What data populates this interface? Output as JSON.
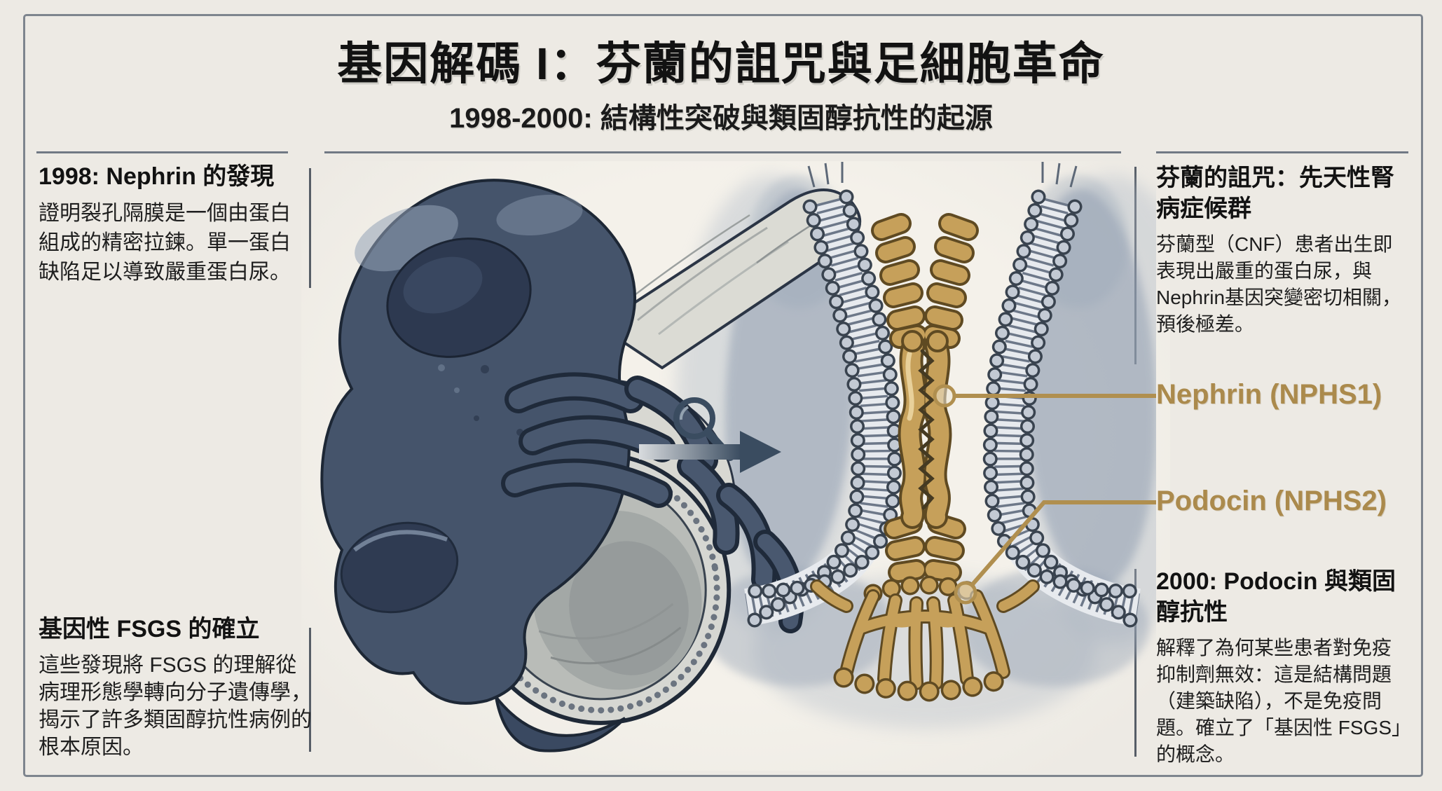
{
  "header": {
    "title": "基因解碼 I：芬蘭的詛咒與足細胞革命",
    "subtitle": "1998-2000: 結構性突破與類固醇抗性的起源"
  },
  "left_column": {
    "block1": {
      "heading": "1998: Nephrin 的發現",
      "body": "證明裂孔隔膜是一個由蛋白組成的精密拉鍊。單一蛋白缺陷足以導致嚴重蛋白尿。"
    },
    "block2": {
      "heading": "基因性 FSGS 的確立",
      "body": "這些發現將 FSGS 的理解從病理形態學轉向分子遺傳學，揭示了許多類固醇抗性病例的根本原因。"
    }
  },
  "right_column": {
    "block1": {
      "heading": "芬蘭的詛咒：先天性腎病症候群",
      "body": "芬蘭型（CNF）患者出生即表現出嚴重的蛋白尿，與Nephrin基因突變密切相關，預後極差。"
    },
    "block2": {
      "heading": "2000: Podocin 與類固醇抗性",
      "body": "解釋了為何某些患者對免疫抑制劑無效：這是結構問題（建築缺陷），不是免疫問題。確立了「基因性 FSGS」的概念。"
    }
  },
  "diagram": {
    "nephrin_label": "Nephrin (NPHS1)",
    "podocin_label": "Podocin (NPHS2)",
    "icons": {
      "magnifier": "magnifier-icon",
      "arrow": "arrow-right-icon"
    },
    "colors": {
      "gold": "#ab8a4c",
      "slate_dark": "#3a4c60",
      "podocyte_blue": "#45546b",
      "membrane_wash": "#8b99ad",
      "background": "#edeae4",
      "ink": "#1d2735"
    }
  }
}
